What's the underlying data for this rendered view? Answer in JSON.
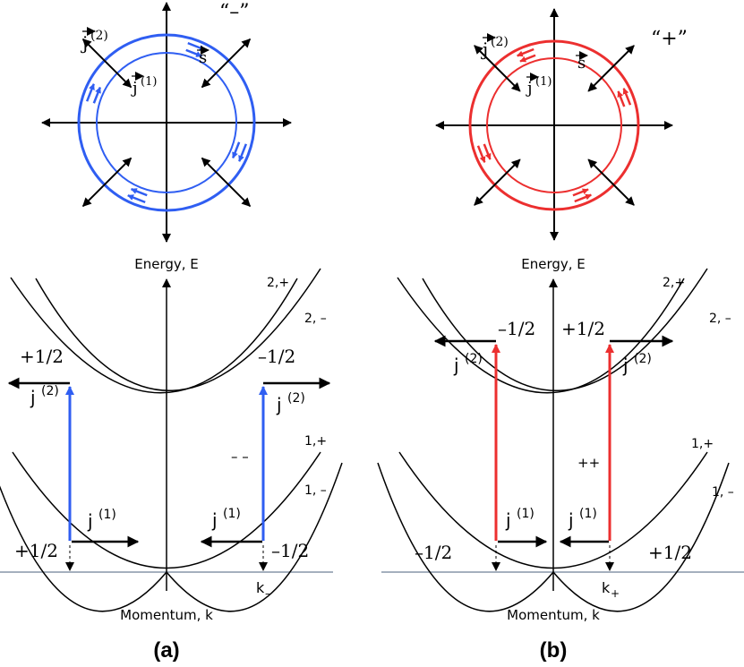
{
  "colors": {
    "blue": "#2f5ef2",
    "red": "#ec2f2f",
    "axis": "#000000",
    "baseline": "#8796a8",
    "curve": "#000000"
  },
  "panels": [
    {
      "id": "a",
      "panel_label": "(a)",
      "circle_label": "“–”",
      "j2_vec": "j",
      "j2_sup": "(2)",
      "j1_vec": "j",
      "j1_sup": "(1)",
      "s_vec": "s",
      "energy_axis": "Energy, E",
      "momentum_axis": "Momentum, k",
      "band_2plus": "2,+",
      "band_2minus": "2, –",
      "band_1plus": "1,+",
      "band_1minus": "1, –",
      "left_upper_spin": "+1/2",
      "right_upper_spin": "–1/2",
      "left_lower_spin": "+1/2",
      "right_lower_spin": "–1/2",
      "j2_left": "j",
      "j2_left_sup": "(2)",
      "j2_right": "j",
      "j2_right_sup": "(2)",
      "j1_left": "j",
      "j1_left_sup": "(1)",
      "j1_right": "j",
      "j1_right_sup": "(1)",
      "center_sign": "– –",
      "k_label": "k",
      "k_sub": "–"
    },
    {
      "id": "b",
      "panel_label": "(b)",
      "circle_label": "“+”",
      "j2_vec": "j",
      "j2_sup": "(2)",
      "j1_vec": "j",
      "j1_sup": "(1)",
      "s_vec": "s",
      "energy_axis": "Energy, E",
      "momentum_axis": "Momentum, k",
      "band_2plus": "2,+",
      "band_2minus": "2, –",
      "band_1plus": "1,+",
      "band_1minus": "1, –",
      "left_upper_spin": "–1/2",
      "right_upper_spin": "+1/2",
      "left_lower_spin": "–1/2",
      "right_lower_spin": "+1/2",
      "j2_left": "j",
      "j2_left_sup": "(2)",
      "j2_right": "j",
      "j2_right_sup": "(2)",
      "j1_left": "j",
      "j1_left_sup": "(1)",
      "j1_right": "j",
      "j1_right_sup": "(1)",
      "center_sign": "++",
      "k_label": "k",
      "k_sub": "+"
    }
  ]
}
